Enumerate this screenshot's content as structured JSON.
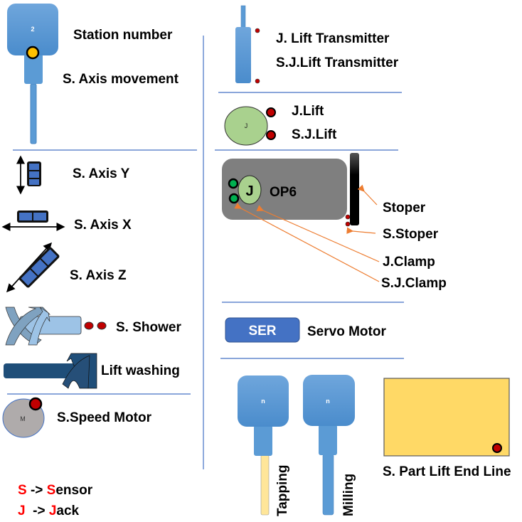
{
  "colors": {
    "station_blue": "#5b9bd5",
    "sensor_red": "#c00000",
    "jack_green": "#a9d18e",
    "clamp_green": "#00b050",
    "op_gray": "#7f7f7f",
    "arrow_orange": "#ed7d31",
    "servo_blue": "#4472c4",
    "end_line_yellow": "#ffd966",
    "indicator_yellow": "#ffc000",
    "divider": "#4472c4"
  },
  "left": {
    "station_icon_label": "2",
    "station_number": "Station number",
    "axis_movement": "S. Axis movement",
    "axis_y": "S. Axis Y",
    "axis_x": "S. Axis X",
    "axis_z": "S. Axis Z",
    "shower": "S. Shower",
    "lift_washing": "Lift washing",
    "motor_icon_label": "M",
    "speed_motor": "S.Speed Motor"
  },
  "legend": {
    "s_key": "S",
    "s_arrow": " -> ",
    "s_first": "S",
    "s_rest": "ensor",
    "j_key": "J",
    "j_arrow": "  -> ",
    "j_first": "J",
    "j_rest": "ack"
  },
  "right": {
    "lift_transmitter": "J. Lift Transmitter",
    "sensor_lift_transmitter": "S.J.Lift Transmitter",
    "jack_icon_label": "J",
    "lift": "J.Lift",
    "sensor_lift": "S.J.Lift",
    "op_jack_label": "J",
    "op_label": "OP6",
    "stoper": "Stoper",
    "sensor_stoper": "S.Stoper",
    "clamp": "J.Clamp",
    "sensor_clamp": "S.J.Clamp",
    "servo_icon_label": "SER",
    "servo_motor": "Servo Motor",
    "tapping_icon_label": "n",
    "tapping": "Tapping",
    "milling_icon_label": "n",
    "milling": "Milling",
    "part_lift_end_line": "S. Part Lift End Line"
  }
}
